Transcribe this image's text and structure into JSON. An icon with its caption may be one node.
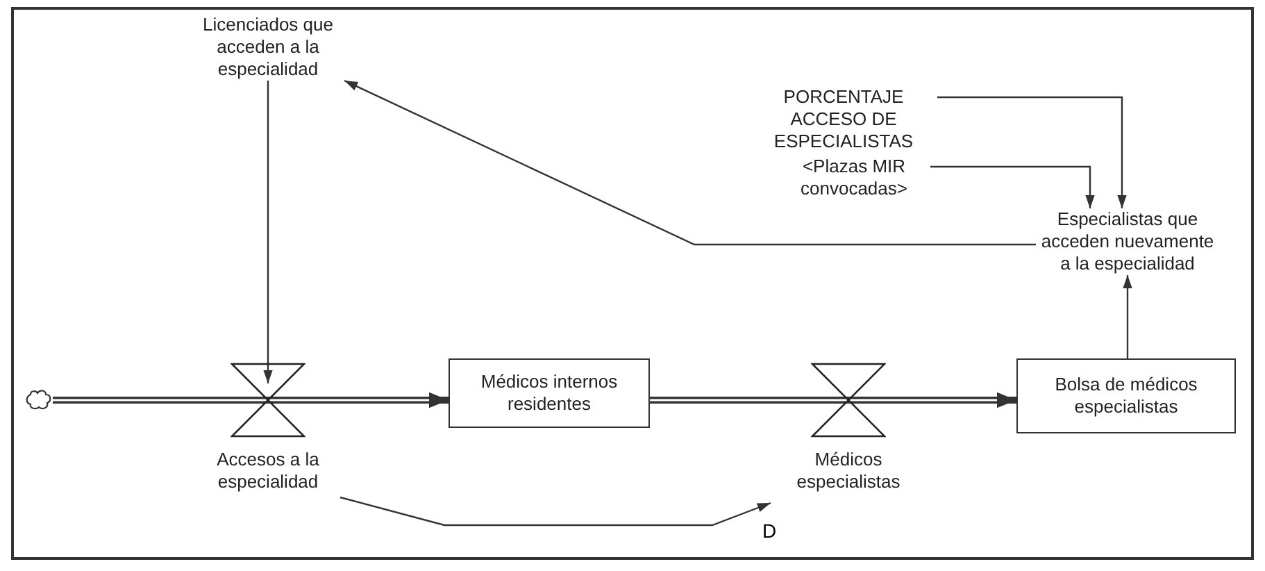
{
  "diagram": {
    "nodes": [
      {
        "text": [
          "Licenciados que acceden a la especialidad"
        ]
      },
      {
        "text": [
          "PORCENTAJE ACCESO DE ESPECIALISTAS"
        ]
      },
      {
        "text": [
          "<Plazas MIR convocadas>"
        ]
      },
      {
        "text": [
          "Especialistas que acceden nuevamente a la especialidad"
        ]
      },
      {
        "text": [],
        "shape": "cloud"
      },
      {
        "text": [
          "Accesos a la especialidad"
        ]
      },
      {
        "text": [
          "Médicos internos residentes"
        ]
      },
      {
        "text": [
          "Médicos especialistas"
        ]
      },
      {
        "text": [
          "Bolsa de médicos especialistas"
        ]
      }
    ],
    "edges": [
      {
        "from": 0,
        "to": 5,
        "arrow": "to"
      },
      {
        "from": 3,
        "to": 0,
        "arrow": "to"
      },
      {
        "from": 1,
        "to": 3,
        "arrow": "to"
      },
      {
        "from": 2,
        "to": 3,
        "arrow": "to"
      },
      {
        "from": 8,
        "to": 3,
        "arrow": "to"
      },
      {
        "from": 4,
        "to": 5,
        "arrow": "none",
        "style": "thick"
      },
      {
        "from": 5,
        "to": 6,
        "arrow": "to",
        "style": "thick"
      },
      {
        "from": 6,
        "to": 7,
        "arrow": "none",
        "style": "thick"
      },
      {
        "from": 7,
        "to": 8,
        "arrow": "to",
        "style": "thick"
      },
      {
        "from": 5,
        "to": 7,
        "arrow": "to",
        "label": "D"
      }
    ]
  }
}
